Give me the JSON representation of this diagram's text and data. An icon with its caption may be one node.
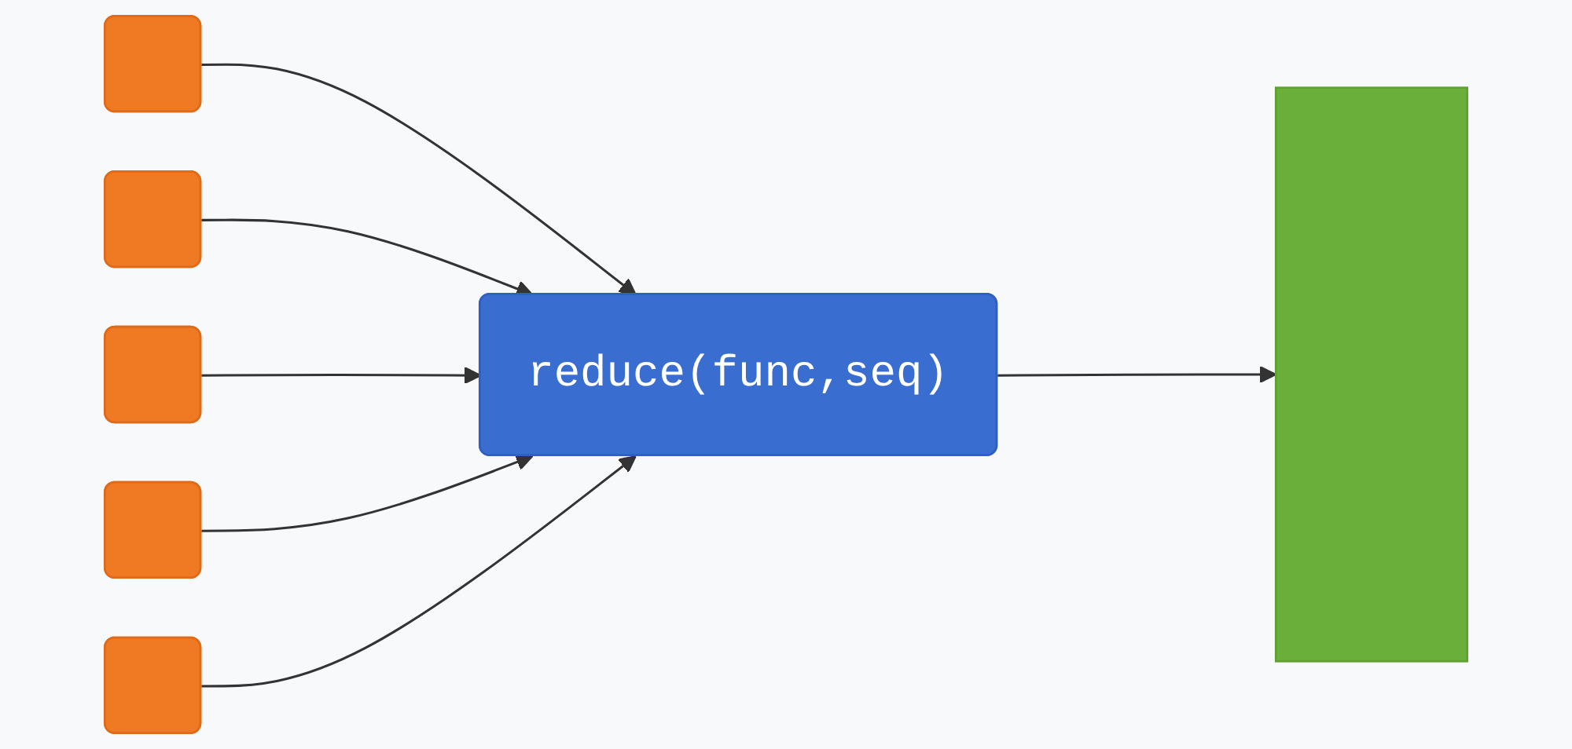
{
  "diagram": {
    "nodes": [
      {
        "text": [],
        "shape": "box"
      },
      {
        "text": [],
        "shape": "box"
      },
      {
        "text": [],
        "shape": "box"
      },
      {
        "text": [],
        "shape": "box"
      },
      {
        "text": [],
        "shape": "box"
      },
      {
        "text": [
          "reduce(func,seq)"
        ]
      },
      {
        "text": [],
        "shape": "bar"
      }
    ],
    "edges": [
      {
        "from": 0,
        "to": 5,
        "arrow": "to"
      },
      {
        "from": 1,
        "to": 5,
        "arrow": "to"
      },
      {
        "from": 2,
        "to": 5,
        "arrow": "to"
      },
      {
        "from": 3,
        "to": 5,
        "arrow": "to"
      },
      {
        "from": 4,
        "to": 5,
        "arrow": "to"
      },
      {
        "from": 5,
        "to": 6,
        "arrow": "to"
      }
    ]
  }
}
